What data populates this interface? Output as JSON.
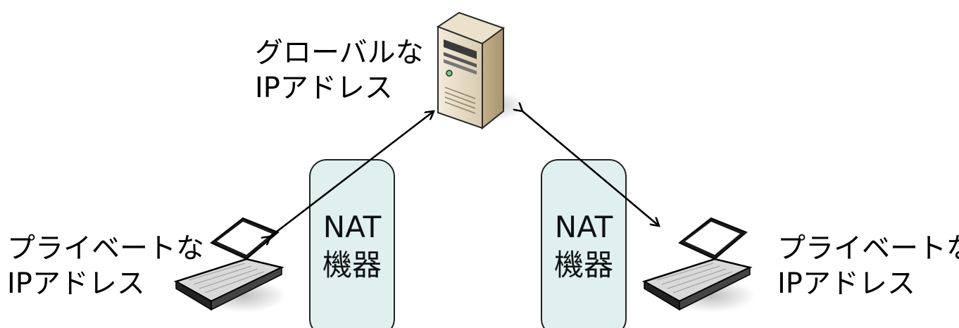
{
  "server": {
    "label_line1": "グローバルな",
    "label_line2": "IPアドレス"
  },
  "left_pc": {
    "label_line1": "プライベートな",
    "label_line2": "IPアドレス"
  },
  "right_pc": {
    "label_line1": "プライベートな",
    "label_line2": "IPアドレス"
  },
  "nat_left": {
    "line1": "NAT",
    "line2": "機器"
  },
  "nat_right": {
    "line1": "NAT",
    "line2": "機器"
  },
  "colors": {
    "nat_fill": "#dff0ef",
    "nat_stroke": "#222222",
    "arrow": "#000000"
  }
}
